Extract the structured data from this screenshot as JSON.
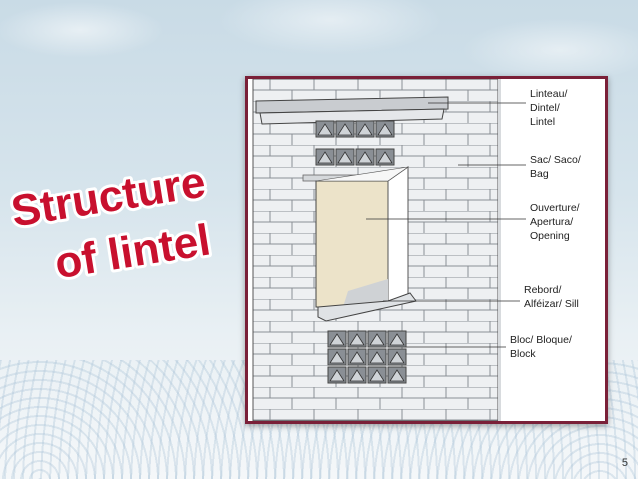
{
  "title": {
    "line1": "Structure",
    "line2": "of lintel"
  },
  "labels": {
    "lintel": [
      "Linteau/",
      "Dintel/",
      "Lintel"
    ],
    "bag": [
      "Sac/ Saco/",
      "Bag"
    ],
    "opening": [
      "Ouverture/",
      "Apertura/",
      "Opening"
    ],
    "sill": [
      "Rebord/",
      "Alféizar/ Sill"
    ],
    "block": [
      "Bloc/ Bloque/",
      "Block"
    ]
  },
  "page_number": "5",
  "colors": {
    "title_red": "#c8102e",
    "frame_border": "#7a2038"
  }
}
